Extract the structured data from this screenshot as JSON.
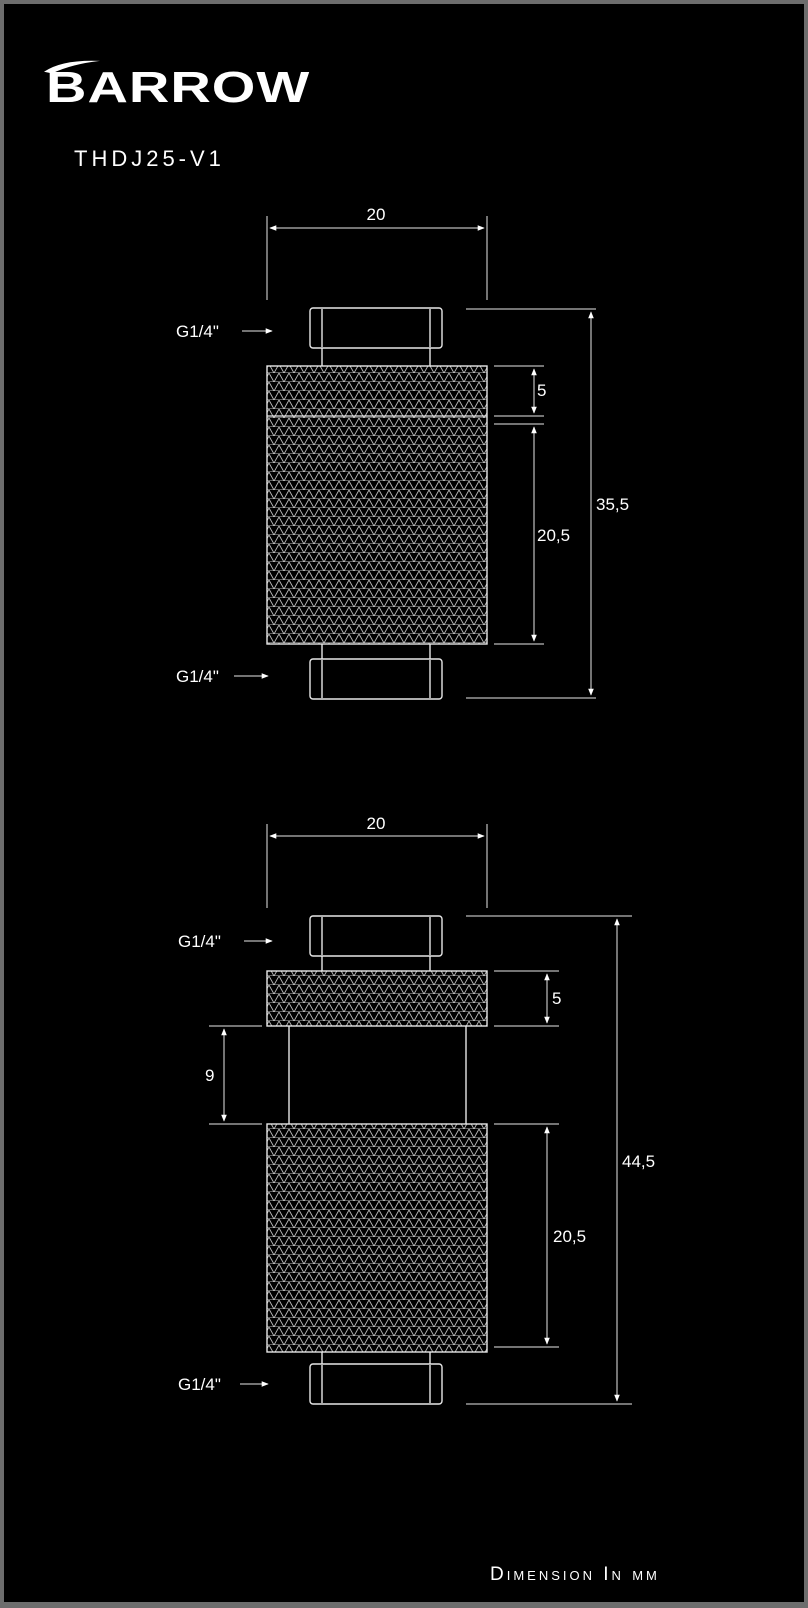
{
  "brand": {
    "logo_text": "BARROW",
    "model": "THDJ25-V1"
  },
  "footer": {
    "units_label": "Dimension In  mm"
  },
  "colors": {
    "background": "#000000",
    "frame": "#6d6d6d",
    "lines": "#ffffff"
  },
  "view_top": {
    "width_label": "20",
    "thread_top_label": "G1/4\"",
    "thread_bottom_label": "G1/4\"",
    "ring_height_label": "5",
    "body_height_label": "20,5",
    "total_height_label": "35,5"
  },
  "view_bottom": {
    "width_label": "20",
    "thread_top_label": "G1/4\"",
    "thread_bottom_label": "G1/4\"",
    "ring_height_label": "5",
    "extension_label": "9",
    "body_height_label": "20,5",
    "total_height_label": "44,5"
  }
}
